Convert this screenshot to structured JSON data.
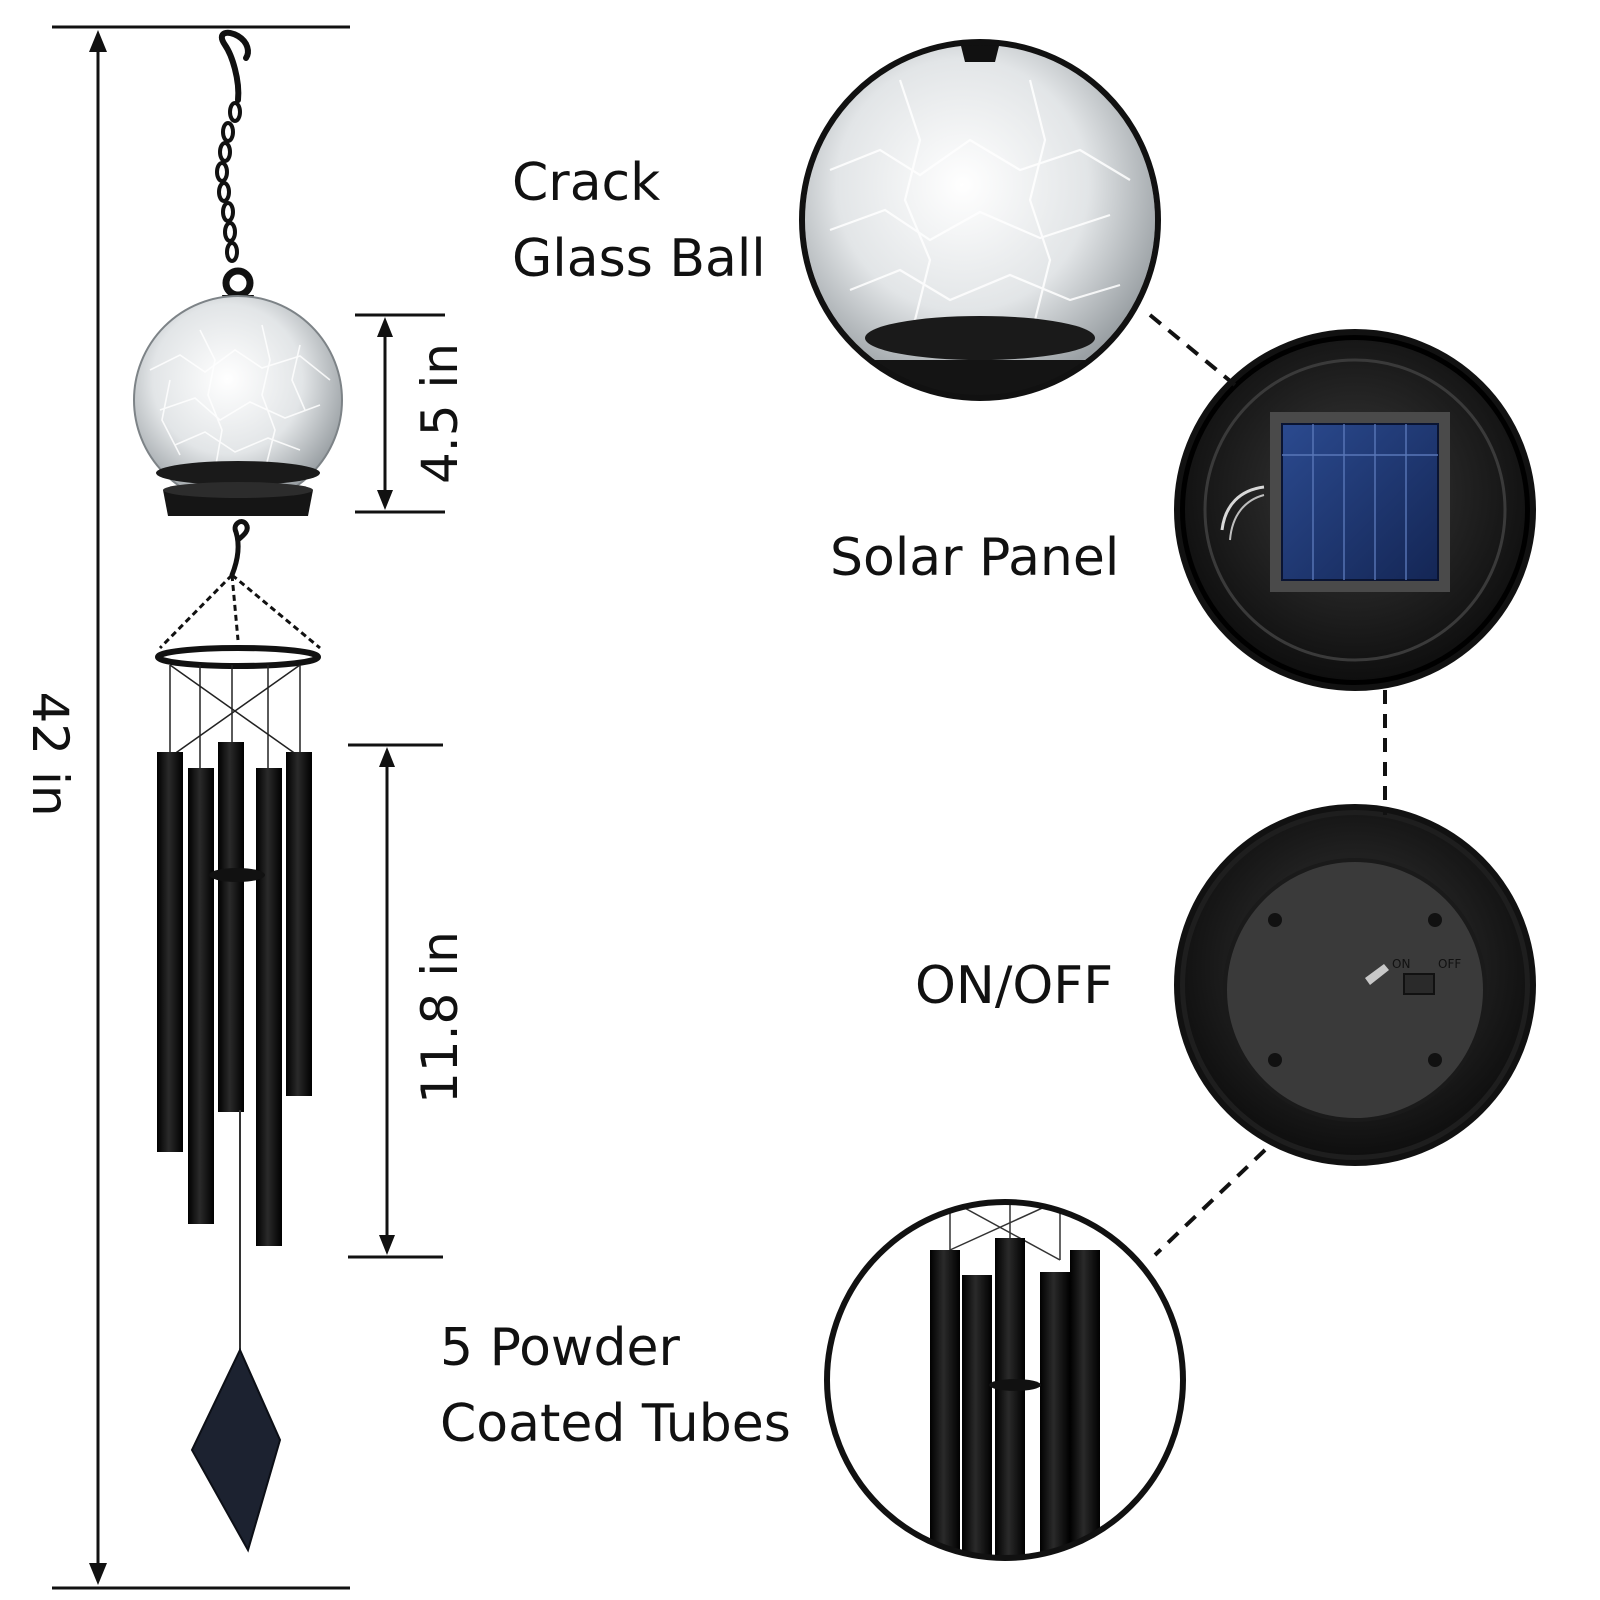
{
  "dimensions": {
    "total_height": "42 in",
    "ball_height": "4.5 in",
    "tube_length": "11.8 in"
  },
  "callouts": {
    "glass_ball": {
      "line1": "Crack",
      "line2": "Glass Ball"
    },
    "solar_panel": "Solar Panel",
    "switch": "ON/OFF",
    "tubes": {
      "line1": "5 Powder",
      "line2": "Coated Tubes"
    }
  },
  "switch_markings": {
    "on": "ON",
    "off": "OFF"
  },
  "colors": {
    "outline": "#111111",
    "tube": "#0e0e0e",
    "glass": "#cfd3d6",
    "panel": "#1e3570",
    "housing": "#2a2a2a"
  }
}
